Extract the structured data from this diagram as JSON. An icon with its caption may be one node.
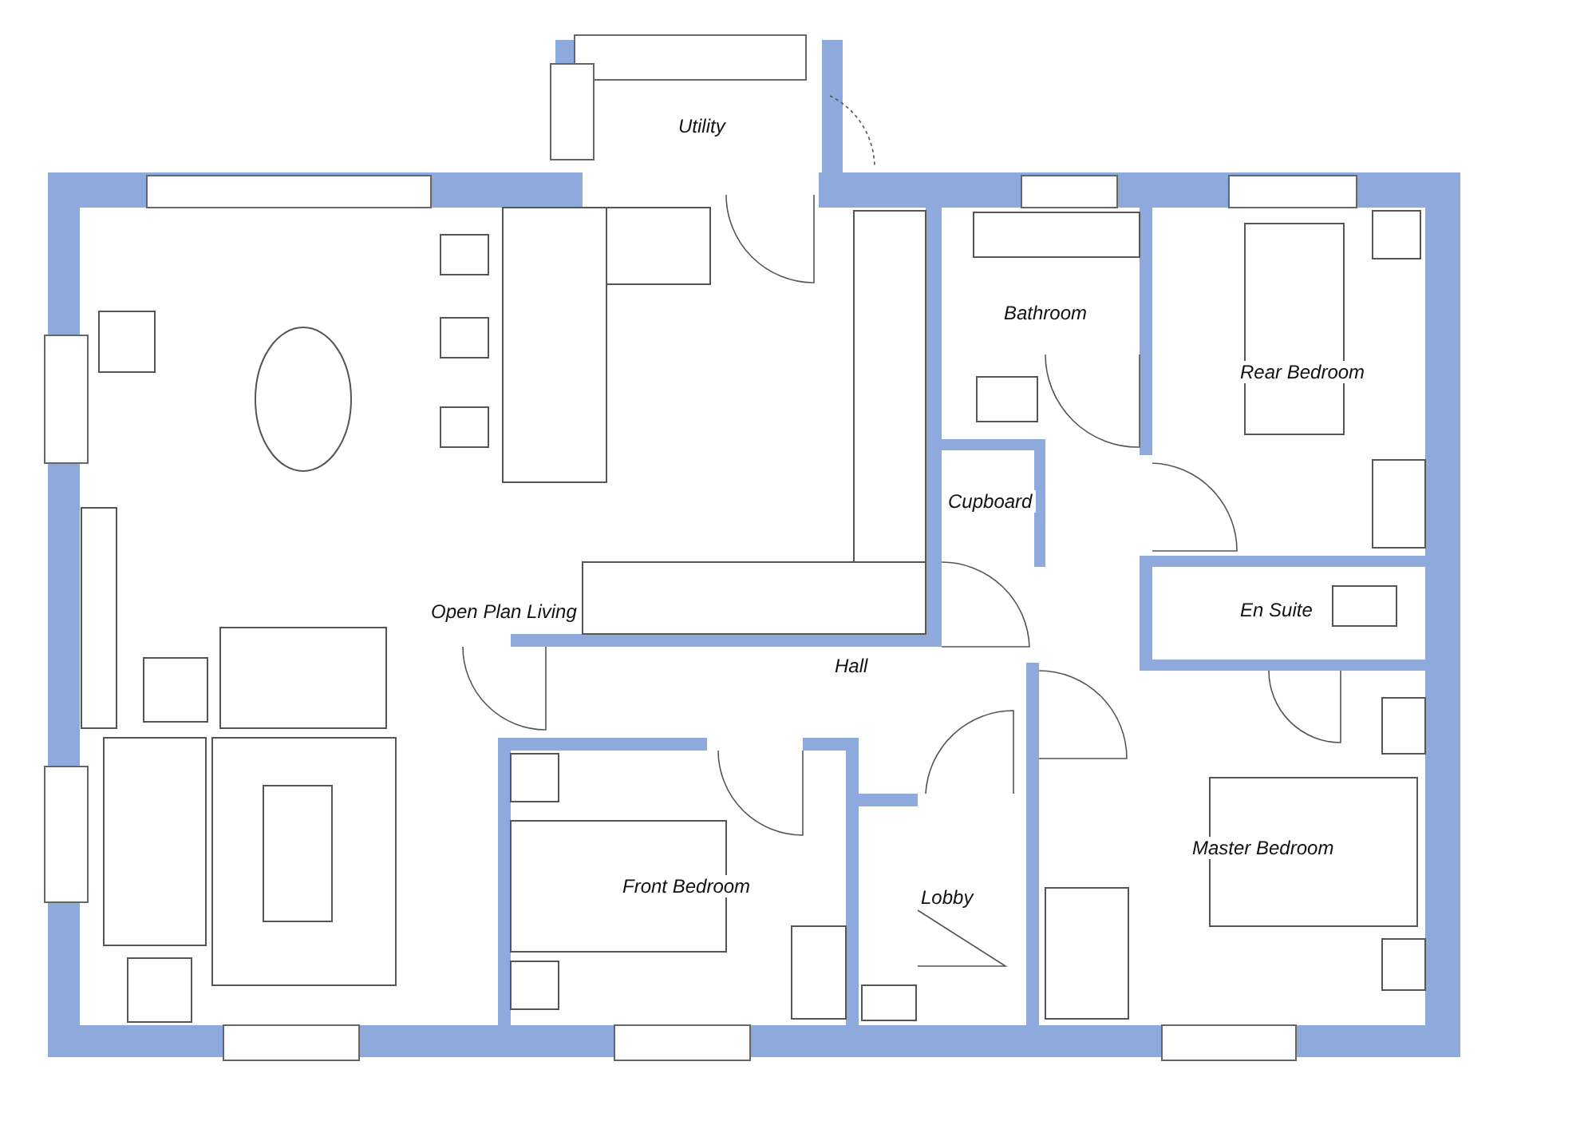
{
  "diagram": {
    "labels": [
      "Utility",
      "Bathroom",
      "Rear Bedroom",
      "Cupboard",
      "En Suite",
      "Open Plan Living",
      "Hall",
      "Front Bedroom",
      "Lobby",
      "Master Bedroom"
    ]
  }
}
